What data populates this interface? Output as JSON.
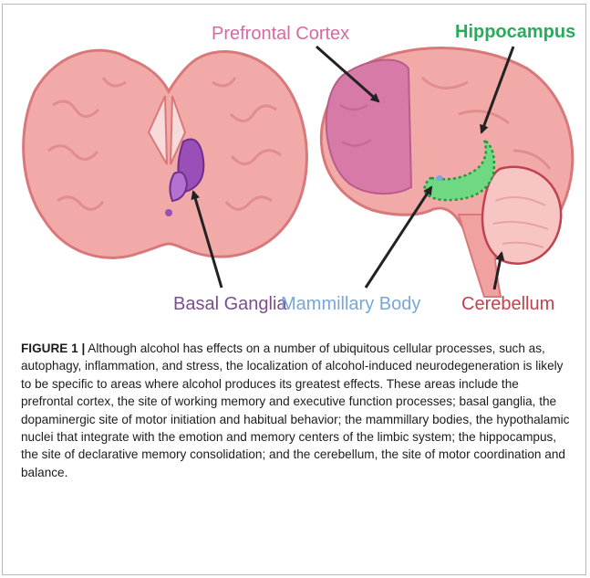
{
  "figure": {
    "labels": {
      "prefrontal_cortex": "Prefrontal Cortex",
      "hippocampus": "Hippocampus",
      "basal_ganglia": "Basal Ganglia",
      "mammillary_body": "Mammillary Body",
      "cerebellum": "Cerebellum"
    },
    "colors": {
      "brain_tissue": "#f2aaa8",
      "brain_outline": "#d9787a",
      "prefrontal": "#d77aa8",
      "basal_ganglia": "#9a4fb8",
      "hippocampus": "#3cc957",
      "cerebellum_outline": "#c2414f"
    }
  },
  "caption": {
    "lead": "FIGURE 1 |",
    "text": " Although alcohol has effects on a number of ubiquitous cellular processes, such as, autophagy, inflammation, and stress, the localization of alcohol-induced neurodegeneration is likely to be specific to areas where alcohol produces its greatest effects. These areas include the prefrontal cortex, the site of working memory and executive function processes; basal ganglia, the dopaminergic site of motor initiation and habitual behavior; the mammillary bodies, the hypothalamic nuclei that integrate with the emotion and memory centers of the limbic system; the hippocampus, the site of declarative memory consolidation; and the cerebellum, the site of motor coordination and balance."
  }
}
